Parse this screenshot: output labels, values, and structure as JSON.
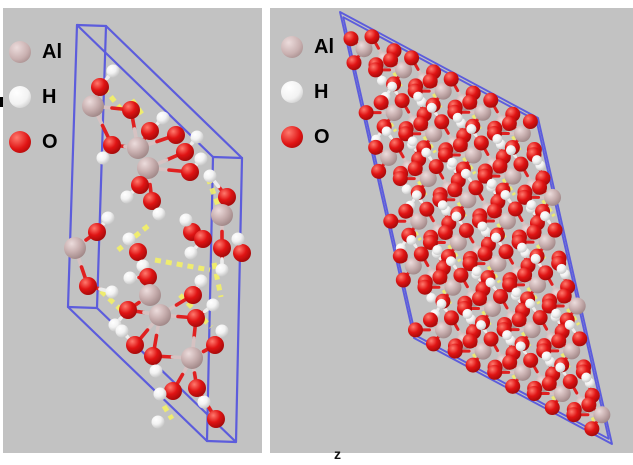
{
  "axis": {
    "label": "z"
  },
  "legend": {
    "items": [
      {
        "label": "Al",
        "element": "Al"
      },
      {
        "label": "H",
        "element": "H"
      },
      {
        "label": "O",
        "element": "O"
      }
    ]
  },
  "colors": {
    "panel_bg": "#c2c2c2",
    "page_bg": "#ffffff",
    "cell_line": "#5c5cdc",
    "hbond": "#f4f166",
    "text": "#000000",
    "atoms": {
      "Al": {
        "light": "#ecdcdc",
        "main": "#c9b0b0",
        "dark": "#937a7a"
      },
      "O": {
        "light": "#ff7a6e",
        "main": "#e01414",
        "dark": "#8f0606"
      },
      "H": {
        "light": "#ffffff",
        "main": "#f2f2f2",
        "dark": "#b5b5b5"
      }
    },
    "bonds": {
      "Al": "#d6c2c2",
      "O": "#e02020",
      "H": "#ececec"
    }
  },
  "structure_left": {
    "radii": {
      "Al": 11,
      "O": 9,
      "H": 6.5
    },
    "cell_front": [
      [
        77,
        25
      ],
      [
        213,
        157
      ],
      [
        207,
        441
      ],
      [
        68,
        307
      ]
    ],
    "cell_depth": [
      29,
      1
    ],
    "atoms": [
      [
        "O",
        100,
        87
      ],
      [
        "H",
        113,
        71
      ],
      [
        "Al",
        93,
        106
      ],
      [
        "O",
        131,
        110
      ],
      [
        "O",
        112,
        145
      ],
      [
        "H",
        103,
        158
      ],
      [
        "Al",
        138,
        148
      ],
      [
        "O",
        150,
        131
      ],
      [
        "H",
        163,
        118
      ],
      [
        "O",
        176,
        135
      ],
      [
        "O",
        185,
        152
      ],
      [
        "H",
        197,
        137
      ],
      [
        "Al",
        148,
        168
      ],
      [
        "O",
        140,
        185
      ],
      [
        "H",
        127,
        197
      ],
      [
        "O",
        152,
        201
      ],
      [
        "H",
        159,
        214
      ],
      [
        "O",
        190,
        172
      ],
      [
        "H",
        201,
        159
      ],
      [
        "O",
        192,
        232
      ],
      [
        "O",
        203,
        239
      ],
      [
        "H",
        186,
        220
      ],
      [
        "H",
        191,
        253
      ],
      [
        "O",
        227,
        197
      ],
      [
        "Al",
        222,
        215
      ],
      [
        "O",
        222,
        248
      ],
      [
        "H",
        210,
        176
      ],
      [
        "H",
        222,
        270
      ],
      [
        "Al",
        75,
        248
      ],
      [
        "O",
        97,
        232
      ],
      [
        "H",
        108,
        218
      ],
      [
        "O",
        88,
        286
      ],
      [
        "H",
        112,
        292
      ],
      [
        "H",
        130,
        278
      ],
      [
        "O",
        138,
        252
      ],
      [
        "H",
        129,
        239
      ],
      [
        "H",
        143,
        266
      ],
      [
        "O",
        242,
        253
      ],
      [
        "H",
        238,
        239
      ],
      [
        "O",
        148,
        277
      ],
      [
        "Al",
        150,
        295
      ],
      [
        "O",
        128,
        310
      ],
      [
        "H",
        115,
        325
      ],
      [
        "Al",
        160,
        315
      ],
      [
        "O",
        193,
        295
      ],
      [
        "H",
        201,
        281
      ],
      [
        "O",
        196,
        318
      ],
      [
        "H",
        213,
        305
      ],
      [
        "O",
        135,
        345
      ],
      [
        "H",
        122,
        331
      ],
      [
        "O",
        153,
        356
      ],
      [
        "H",
        156,
        371
      ],
      [
        "Al",
        192,
        358
      ],
      [
        "O",
        215,
        345
      ],
      [
        "H",
        222,
        331
      ],
      [
        "O",
        173,
        391
      ],
      [
        "H",
        160,
        394
      ],
      [
        "O",
        197,
        388
      ],
      [
        "H",
        204,
        402
      ],
      [
        "O",
        216,
        419
      ],
      [
        "H",
        158,
        422
      ]
    ],
    "bonds": [
      [
        0,
        1
      ],
      [
        0,
        2
      ],
      [
        2,
        3
      ],
      [
        2,
        4
      ],
      [
        4,
        6
      ],
      [
        3,
        6
      ],
      [
        6,
        7
      ],
      [
        7,
        8
      ],
      [
        6,
        9
      ],
      [
        10,
        12
      ],
      [
        10,
        11
      ],
      [
        12,
        13
      ],
      [
        13,
        14
      ],
      [
        12,
        15
      ],
      [
        15,
        16
      ],
      [
        12,
        17
      ],
      [
        17,
        18
      ],
      [
        19,
        20
      ],
      [
        19,
        21
      ],
      [
        20,
        22
      ],
      [
        23,
        24
      ],
      [
        23,
        26
      ],
      [
        24,
        25
      ],
      [
        25,
        27
      ],
      [
        28,
        29
      ],
      [
        29,
        30
      ],
      [
        28,
        31
      ],
      [
        31,
        32
      ],
      [
        33,
        39
      ],
      [
        34,
        35
      ],
      [
        34,
        36
      ],
      [
        34,
        39
      ],
      [
        37,
        38
      ],
      [
        39,
        40
      ],
      [
        40,
        41
      ],
      [
        41,
        42
      ],
      [
        41,
        43
      ],
      [
        43,
        44
      ],
      [
        44,
        45
      ],
      [
        43,
        46
      ],
      [
        46,
        47
      ],
      [
        43,
        48
      ],
      [
        48,
        49
      ],
      [
        43,
        50
      ],
      [
        50,
        51
      ],
      [
        50,
        52
      ],
      [
        46,
        52
      ],
      [
        52,
        53
      ],
      [
        53,
        54
      ],
      [
        52,
        55
      ],
      [
        55,
        56
      ],
      [
        52,
        57
      ],
      [
        57,
        58
      ],
      [
        57,
        59
      ]
    ],
    "hbonds": [
      [
        104,
        88,
        124,
        113
      ],
      [
        132,
        100,
        142,
        114
      ],
      [
        148,
        226,
        118,
        250
      ],
      [
        155,
        260,
        210,
        270
      ],
      [
        101,
        291,
        132,
        320
      ],
      [
        180,
        295,
        211,
        327
      ],
      [
        214,
        263,
        221,
        297
      ],
      [
        208,
        178,
        219,
        208
      ],
      [
        164,
        406,
        172,
        419
      ]
    ]
  },
  "structure_right": {
    "radii": {
      "Al": 8.5,
      "O": 7.5,
      "H": 5
    },
    "cell": [
      [
        340,
        12
      ],
      [
        538,
        118
      ],
      [
        612,
        444
      ],
      [
        414,
        338
      ]
    ],
    "cell_inner_scale": 0.976,
    "cols": 5,
    "rows": 6,
    "stagger": 0.45,
    "motif_atoms": [
      [
        "Al",
        0,
        0
      ],
      [
        "Al",
        21,
        11
      ],
      [
        "O",
        -13,
        -10
      ],
      [
        "O",
        8,
        -12
      ],
      [
        "O",
        -10,
        14
      ],
      [
        "O",
        12,
        16
      ],
      [
        "O",
        30,
        2
      ],
      [
        "O",
        -28,
        0
      ],
      [
        "H",
        -2,
        -26
      ],
      [
        "H",
        24,
        -16
      ],
      [
        "H",
        -18,
        27
      ],
      [
        "H",
        18,
        32
      ]
    ],
    "motif_bonds": [
      [
        0,
        2
      ],
      [
        0,
        3
      ],
      [
        0,
        4
      ],
      [
        0,
        7
      ],
      [
        1,
        3
      ],
      [
        1,
        5
      ],
      [
        1,
        6
      ],
      [
        3,
        8
      ],
      [
        6,
        9
      ],
      [
        4,
        10
      ],
      [
        5,
        11
      ]
    ],
    "motif_dashes": [
      [
        2,
        -34,
        7,
        -26
      ],
      [
        -24,
        30,
        -19,
        39
      ],
      [
        30,
        24,
        35,
        33
      ]
    ]
  }
}
